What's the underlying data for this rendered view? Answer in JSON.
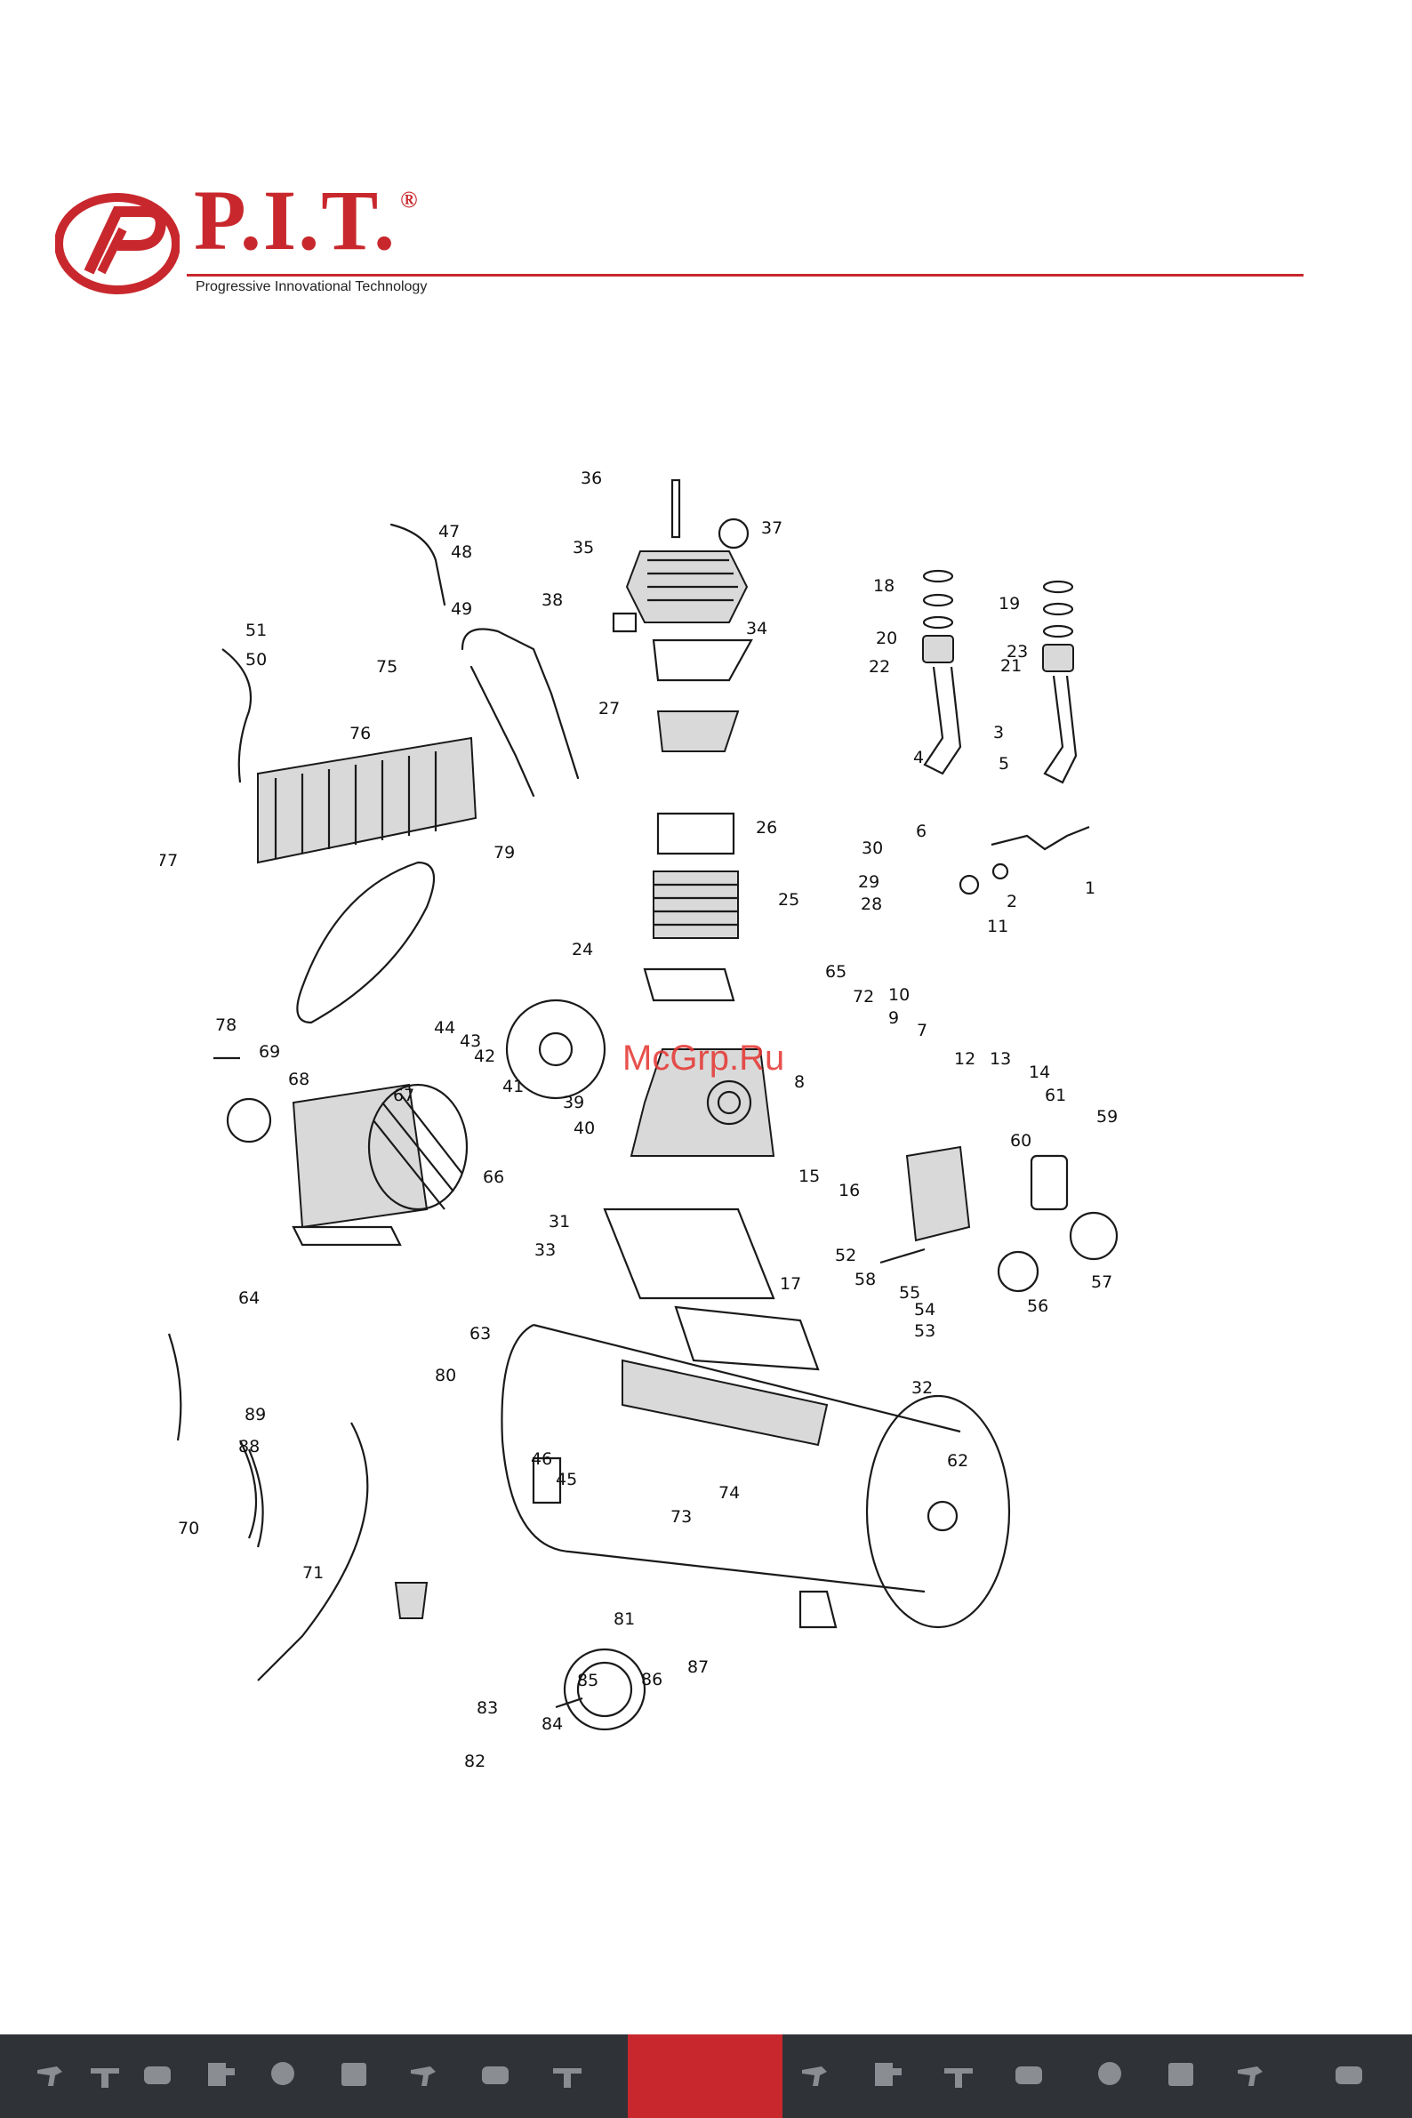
{
  "brand": {
    "name": "P.I.T.",
    "registered": "®",
    "tagline": "Progressive Innovational Technology",
    "color": "#c8282d"
  },
  "watermark": "McGrp.Ru",
  "diagram": {
    "labels": [
      "1",
      "2",
      "3",
      "4",
      "5",
      "6",
      "7",
      "8",
      "9",
      "10",
      "11",
      "12",
      "13",
      "14",
      "15",
      "16",
      "17",
      "18",
      "19",
      "20",
      "21",
      "22",
      "23",
      "24",
      "25",
      "26",
      "27",
      "28",
      "29",
      "30",
      "31",
      "32",
      "33",
      "34",
      "35",
      "36",
      "37",
      "38",
      "39",
      "40",
      "41",
      "42",
      "43",
      "44",
      "45",
      "46",
      "47",
      "48",
      "49",
      "50",
      "51",
      "52",
      "53",
      "54",
      "55",
      "56",
      "57",
      "58",
      "59",
      "60",
      "61",
      "62",
      "63",
      "64",
      "65",
      "66",
      "67",
      "68",
      "69",
      "70",
      "71",
      "72",
      "73",
      "74",
      "75",
      "76",
      "77",
      "78",
      "79",
      "80",
      "81",
      "82",
      "83",
      "84",
      "85",
      "86",
      "87",
      "88",
      "89"
    ]
  },
  "footer": {
    "background": "#2f3236",
    "accent": "#c8282d",
    "icons": [
      "drill-icon",
      "grinder-icon",
      "saw-icon",
      "compressor-icon",
      "mixer-icon",
      "generator-icon"
    ]
  }
}
